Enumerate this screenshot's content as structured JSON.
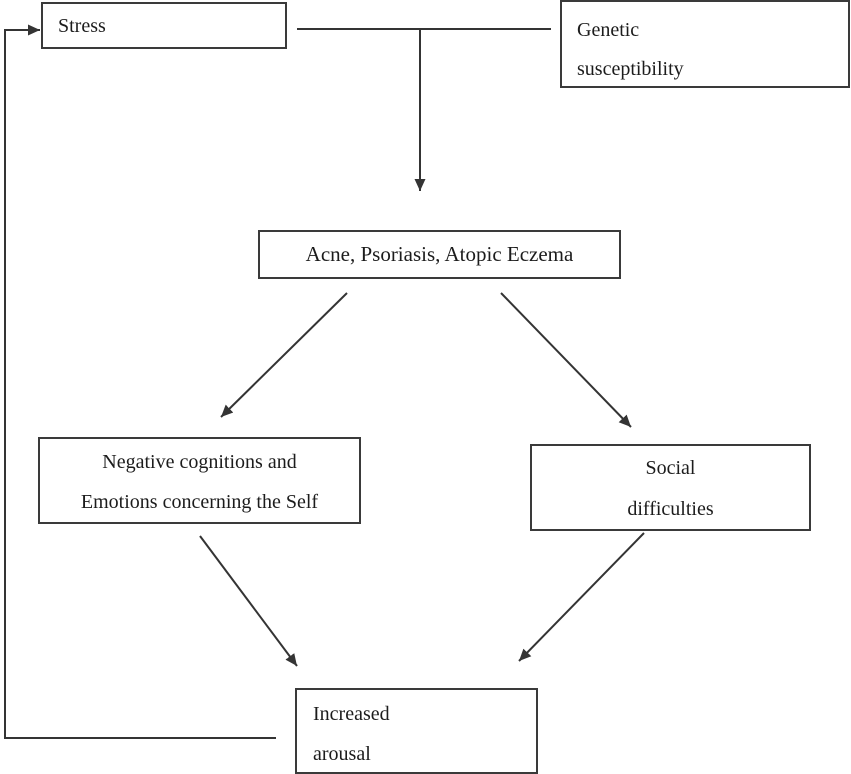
{
  "diagram": {
    "type": "flowchart",
    "colors": {
      "background": "#ffffff",
      "box_border": "#3a3a3a",
      "text": "#1c1c1c",
      "line": "#343434"
    },
    "nodes": {
      "stress": {
        "lines": [
          "Stress"
        ]
      },
      "genetic": {
        "lines": [
          "Genetic",
          "susceptibility"
        ]
      },
      "conditions": {
        "lines": [
          "Acne, Psoriasis, Atopic Eczema"
        ]
      },
      "negative_cognitions": {
        "lines": [
          "Negative cognitions and",
          "Emotions concerning the Self"
        ]
      },
      "social": {
        "lines": [
          "Social",
          "difficulties"
        ]
      },
      "arousal": {
        "lines": [
          "Increased",
          "arousal"
        ]
      }
    },
    "edges": [
      {
        "from": "increased-arousal",
        "to": "stress",
        "style": "feedback-loop-left-side",
        "arrow": true
      },
      {
        "from": "stress",
        "to": "genetic-susceptibility",
        "style": "plain-connector",
        "arrow": false
      },
      {
        "from": "stress-genetic-junction",
        "to": "acne-psoriasis-atopic-eczema",
        "style": "vertical-drop",
        "arrow": true
      },
      {
        "from": "acne-psoriasis-atopic-eczema",
        "to": "negative-cognitions-and-emotions",
        "style": "diagonal",
        "arrow": true
      },
      {
        "from": "acne-psoriasis-atopic-eczema",
        "to": "social-difficulties",
        "style": "diagonal",
        "arrow": true
      },
      {
        "from": "negative-cognitions-and-emotions",
        "to": "increased-arousal",
        "style": "diagonal",
        "arrow": true
      },
      {
        "from": "social-difficulties",
        "to": "increased-arousal",
        "style": "diagonal",
        "arrow": true
      }
    ]
  }
}
